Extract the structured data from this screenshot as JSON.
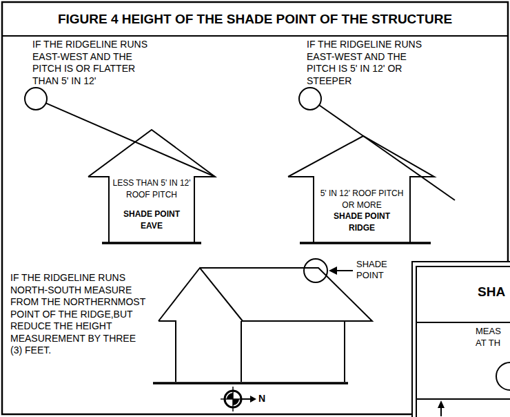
{
  "diagram": {
    "title": "FIGURE 4 HEIGHT OF THE SHADE POINT OF THE STRUCTURE",
    "nodes": [
      {
        "text": [
          "LESS THAN 5' IN 12' ROOF PITCH",
          "SHADE POINT EAVE"
        ]
      },
      {
        "text": [
          "5' IN 12' ROOF PITCH OR MORE",
          "SHADE POINT RIDGE"
        ]
      },
      {
        "text": [
          "SHA",
          "MEAS AT TH"
        ]
      }
    ],
    "labels": [
      "IF THE RIDGELINE RUNS EAST-WEST AND THE PITCH IS OR FLATTER THAN 5' IN 12'",
      "IF THE RIDGELINE RUNS EAST-WEST AND THE PITCH IS 5' IN 12' OR STEEPER",
      "IF THE RIDGELINE RUNS NORTH-SOUTH MEASURE FROM THE NORTHERNMOST POINT OF THE RIDGE,BUT REDUCE THE HEIGHT MEASUREMENT BY THREE (3) FEET.",
      "SHADE POINT",
      "N"
    ]
  }
}
